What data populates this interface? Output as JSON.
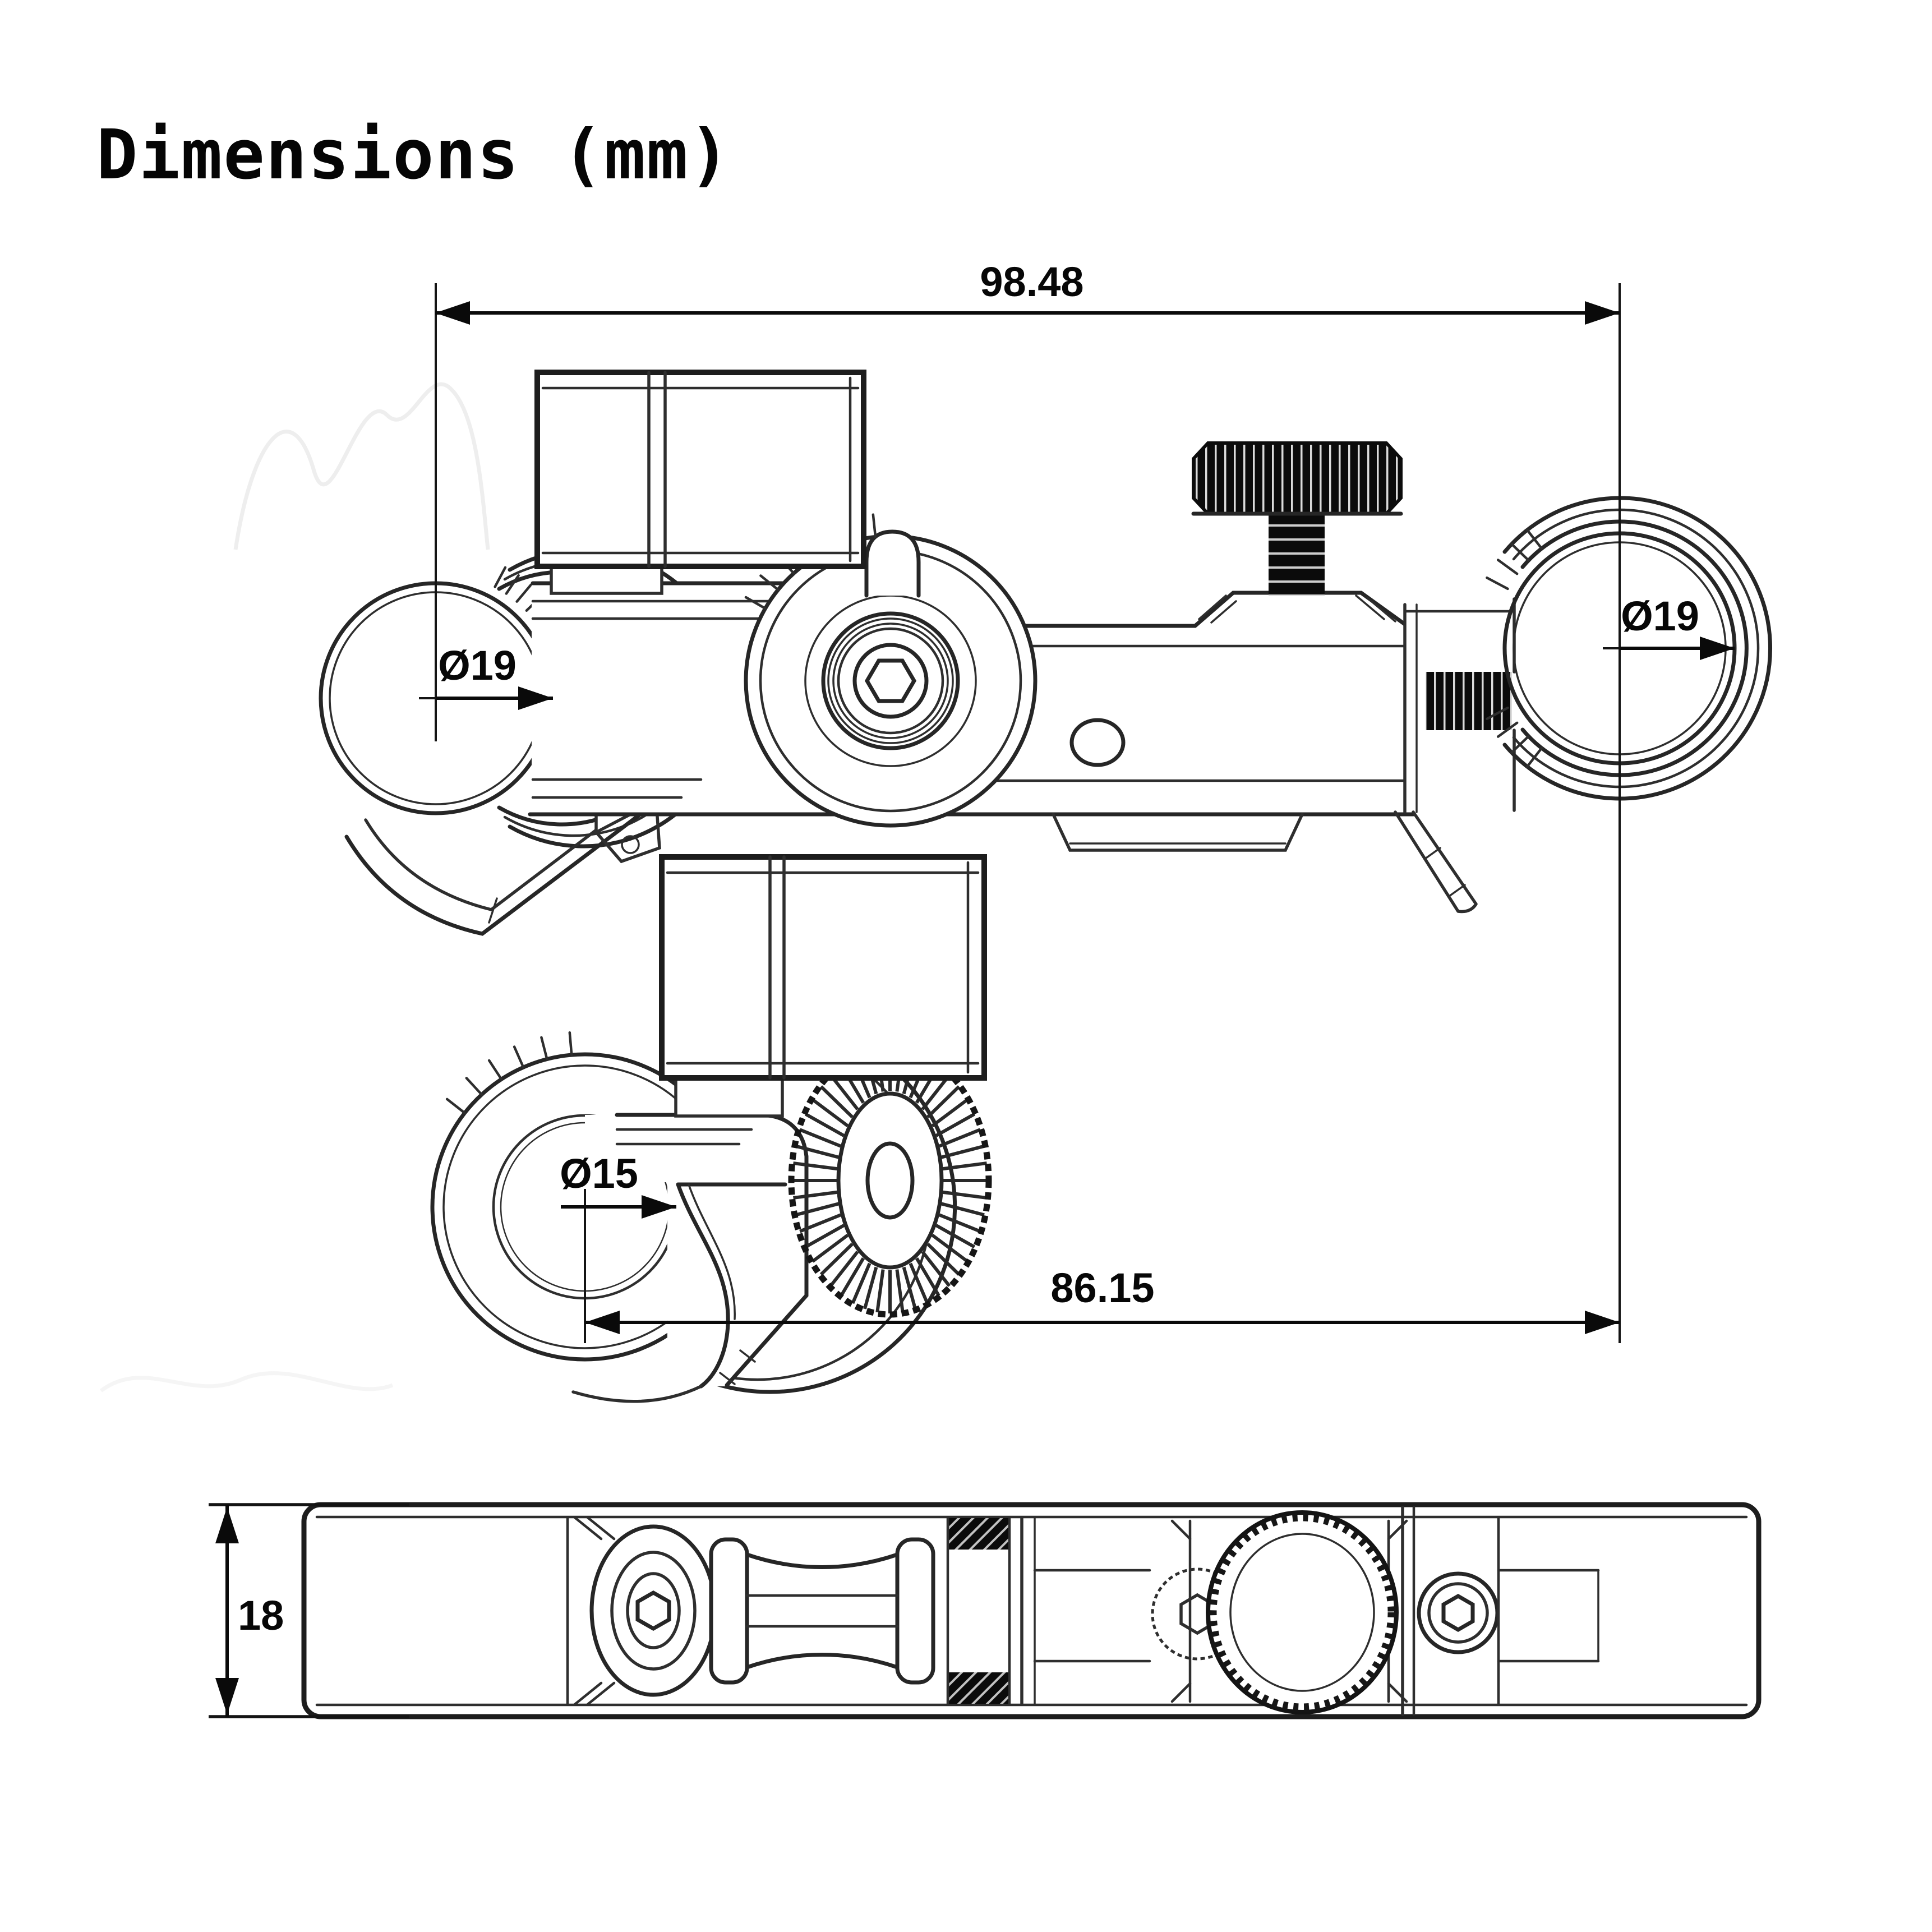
{
  "title": "Dimensions (mm)",
  "dimensions": {
    "top_overall": "98.48",
    "top_left_bore": "Ø19",
    "top_right_bore": "Ø19",
    "front_bore": "Ø15",
    "front_span": "86.15",
    "side_height": "18"
  },
  "colors": {
    "background": "#ffffff",
    "drawing_line": "#2e2e2e",
    "dimension_line": "#0a0a0a",
    "hardware_fill": "#0b0b0b",
    "watermark": "#eeeeee"
  }
}
